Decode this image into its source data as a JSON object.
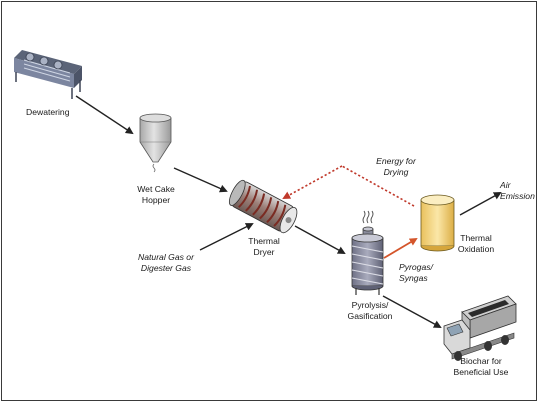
{
  "colors": {
    "arrow": "#222222",
    "energy_arrow": "#c0392b",
    "syngas_arrow": "#d4552b",
    "oxidizer_fill": "#f2d27a",
    "reactor_fill": "#8d8fa3",
    "hopper_fill": "#c9c9c9",
    "frame": "#3a3a3a"
  },
  "nodes": {
    "dewatering": {
      "label": "Dewatering",
      "icon": "belt-filter-press-icon"
    },
    "hopper": {
      "line1": "Wet Cake",
      "line2": "Hopper",
      "icon": "hopper-icon"
    },
    "dryer": {
      "line1": "Thermal",
      "line2": "Dryer",
      "icon": "rotary-dryer-icon"
    },
    "natural_gas": {
      "line1": "Natural Gas or",
      "line2": "Digester Gas"
    },
    "pyrolysis": {
      "line1": "Pyrolysis/",
      "line2": "Gasification",
      "icon": "pyrolysis-reactor-icon"
    },
    "oxidation": {
      "line1": "Thermal",
      "line2": "Oxidation",
      "icon": "thermal-oxidizer-icon"
    },
    "air_emission": {
      "line1": "Air",
      "line2": "Emission"
    },
    "energy": {
      "line1": "Energy for",
      "line2": "Drying"
    },
    "pyrogas": {
      "line1": "Pyrogas/",
      "line2": "Syngas"
    },
    "biochar": {
      "line1": "Biochar for",
      "line2": "Beneficial Use",
      "icon": "dump-truck-icon"
    }
  }
}
